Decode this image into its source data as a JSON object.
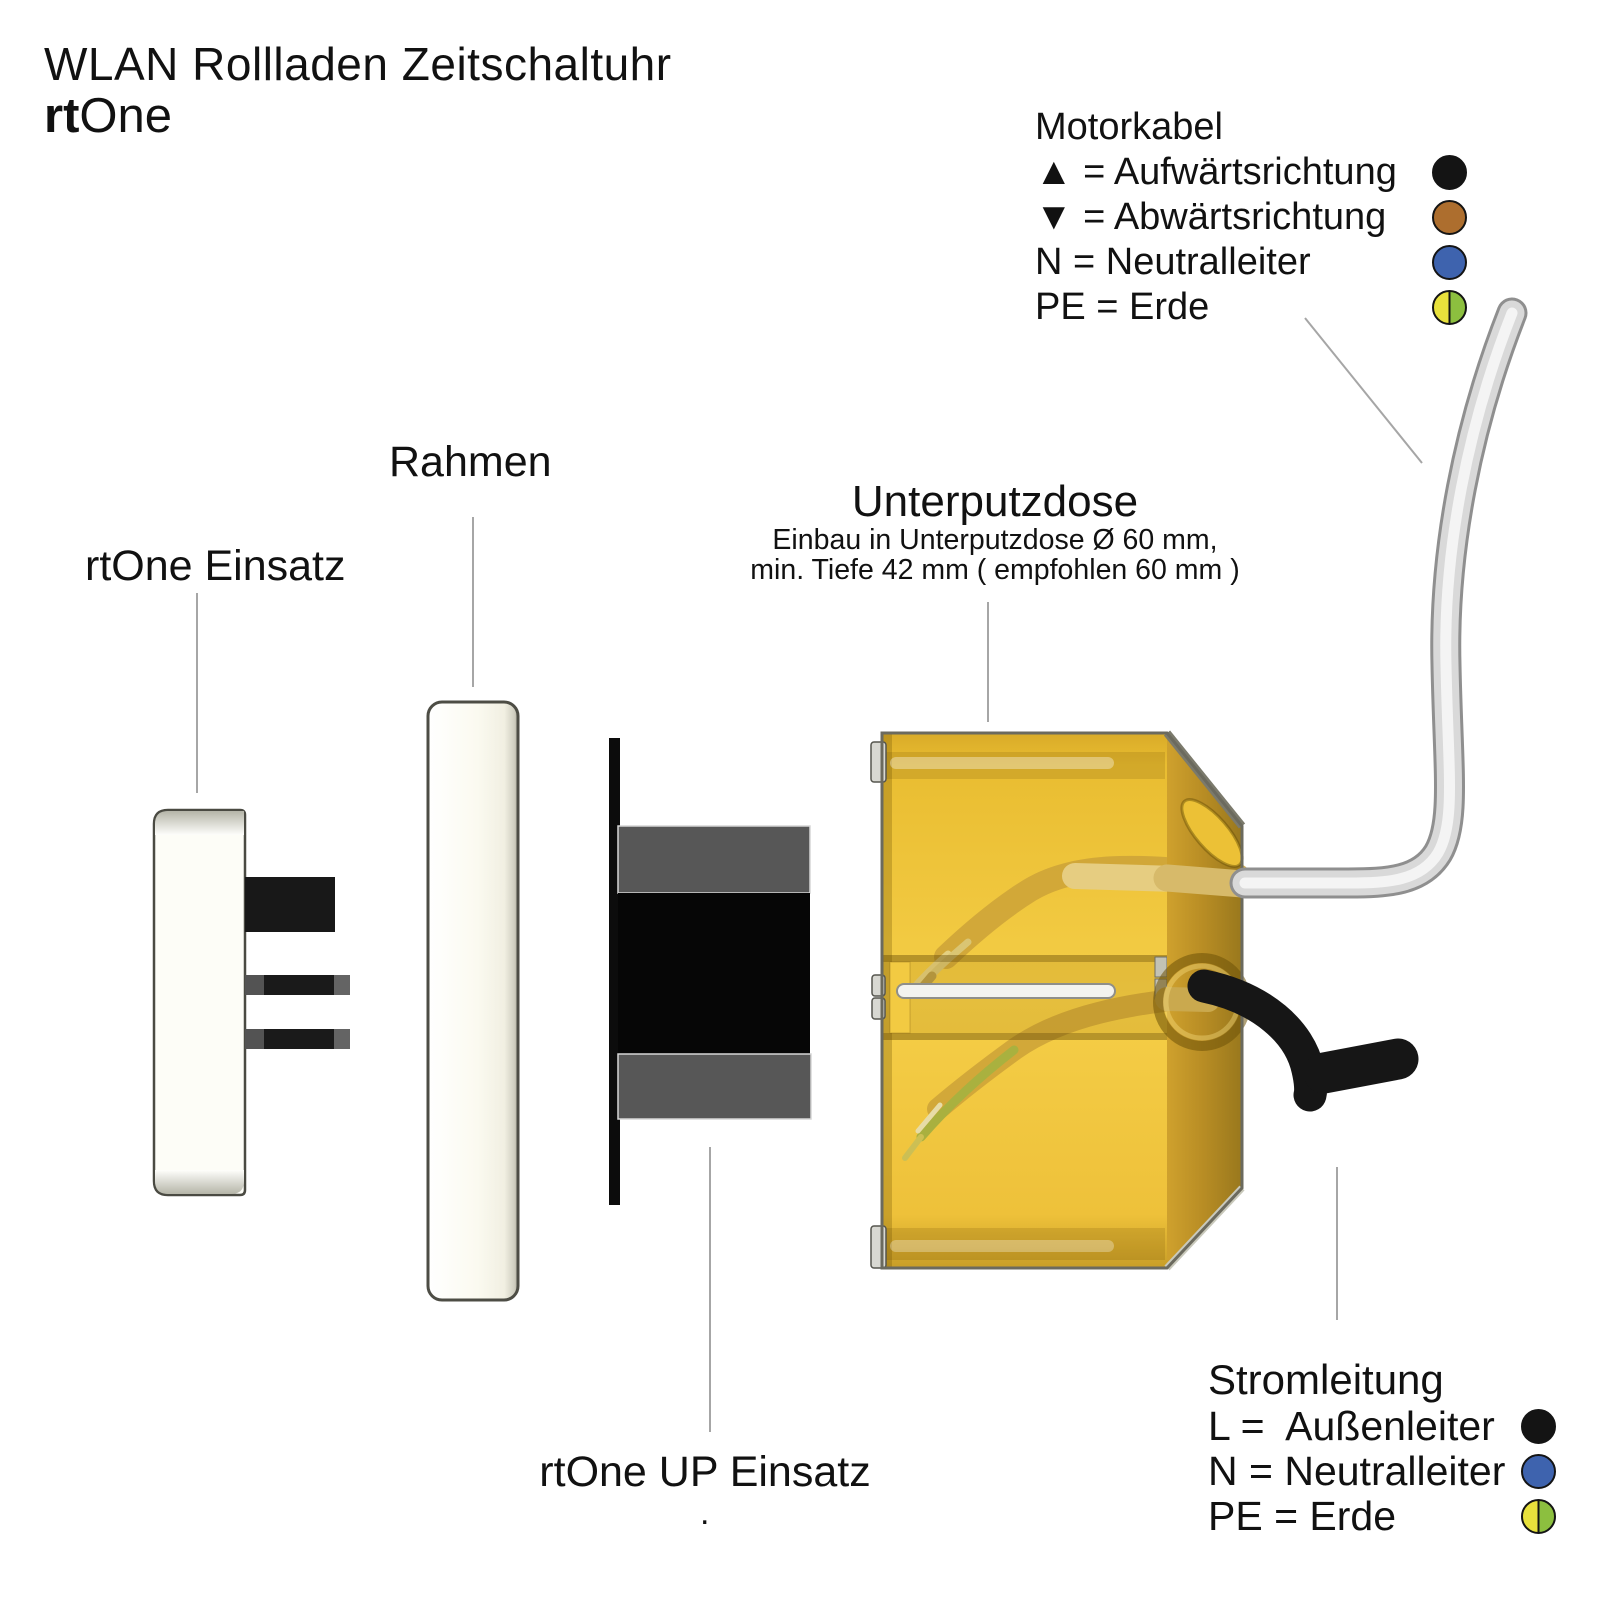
{
  "header": {
    "title": "WLAN Rollladen Zeitschaltuhr",
    "brand_bold": "rt",
    "brand_rest": "One"
  },
  "labels": {
    "einsatz": "rtOne Einsatz",
    "rahmen": "Rahmen",
    "unterputzdose_title": "Unterputzdose",
    "unterputzdose_sub1": "Einbau in Unterputzdose Ø 60 mm,",
    "unterputzdose_sub2": "min. Tiefe 42 mm ( empfohlen 60 mm )",
    "up_einsatz": "rtOne UP Einsatz",
    "up_einsatz_dot": "."
  },
  "motor_legend": {
    "title": "Motorkabel",
    "rows": [
      {
        "label": "▲ = Aufwärtsrichtung",
        "color": "#141414"
      },
      {
        "label": "▼ = Abwärtsrichtung",
        "color": "#ad6e2e"
      },
      {
        "label": "N = Neutralleiter",
        "color": "#3e63ae"
      },
      {
        "label": "PE = Erde",
        "color": [
          "#e8e13c",
          "#8cbf3f"
        ]
      }
    ]
  },
  "power_legend": {
    "title": "Stromleitung",
    "rows": [
      {
        "label": "L =  Außenleiter",
        "color": "#141414"
      },
      {
        "label": "N = Neutralleiter",
        "color": "#3e63ae"
      },
      {
        "label": "PE = Erde",
        "color": [
          "#e8e13c",
          "#8cbf3f"
        ]
      }
    ]
  },
  "palette": {
    "box_yellow": "#f2c93e",
    "box_side_yellow": "#b78c24",
    "cable_white": "#d9d9d9",
    "cable_black": "#161616"
  }
}
